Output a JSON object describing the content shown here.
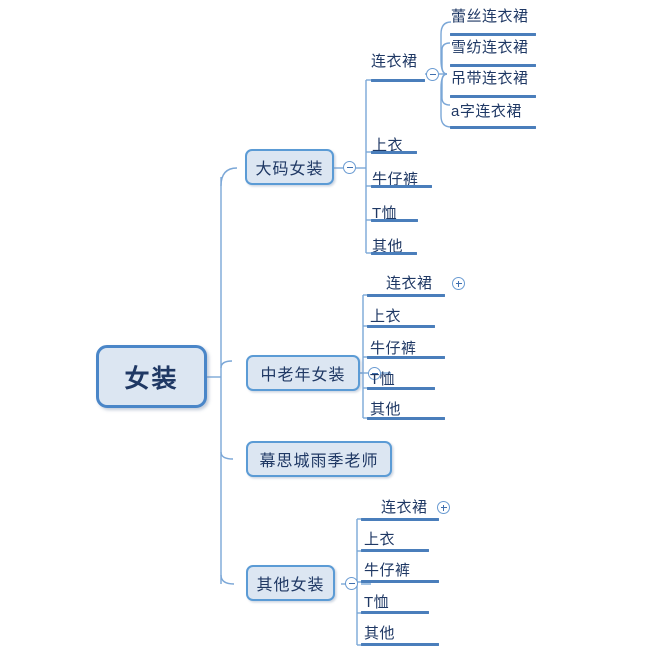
{
  "diagram": {
    "type": "mind-map",
    "title": "女装",
    "colors": {
      "node_border": "#5B9BD5",
      "root_border": "#4A86C8",
      "node_fill": "#DCE6F2",
      "text": "#1F3864",
      "link": "#7BA7D7",
      "underline": "#4A7EBB",
      "background": "#FFFFFF"
    }
  },
  "root": {
    "label": "女装"
  },
  "branches": [
    {
      "label": "大码女装",
      "toggle": "minus",
      "children": [
        {
          "label": "连衣裙",
          "toggle": "minus",
          "children": [
            {
              "label": "蕾丝连衣裙"
            },
            {
              "label": "雪纺连衣裙"
            },
            {
              "label": "吊带连衣裙"
            },
            {
              "label": "a字连衣裙"
            }
          ]
        },
        {
          "label": "上衣"
        },
        {
          "label": "牛仔裤"
        },
        {
          "label": "T恤"
        },
        {
          "label": "其他"
        }
      ]
    },
    {
      "label": "中老年女装",
      "toggle": "minus",
      "children": [
        {
          "label": "连衣裙",
          "toggle": "plus"
        },
        {
          "label": "上衣"
        },
        {
          "label": "牛仔裤"
        },
        {
          "label": "T恤"
        },
        {
          "label": "其他"
        }
      ]
    },
    {
      "label": "幕思城雨季老师",
      "toggle": "none",
      "children": []
    },
    {
      "label": "其他女装",
      "toggle": "minus",
      "children": [
        {
          "label": "连衣裙",
          "toggle": "plus"
        },
        {
          "label": "上衣"
        },
        {
          "label": "牛仔裤"
        },
        {
          "label": "T恤"
        },
        {
          "label": "其他"
        }
      ]
    }
  ]
}
